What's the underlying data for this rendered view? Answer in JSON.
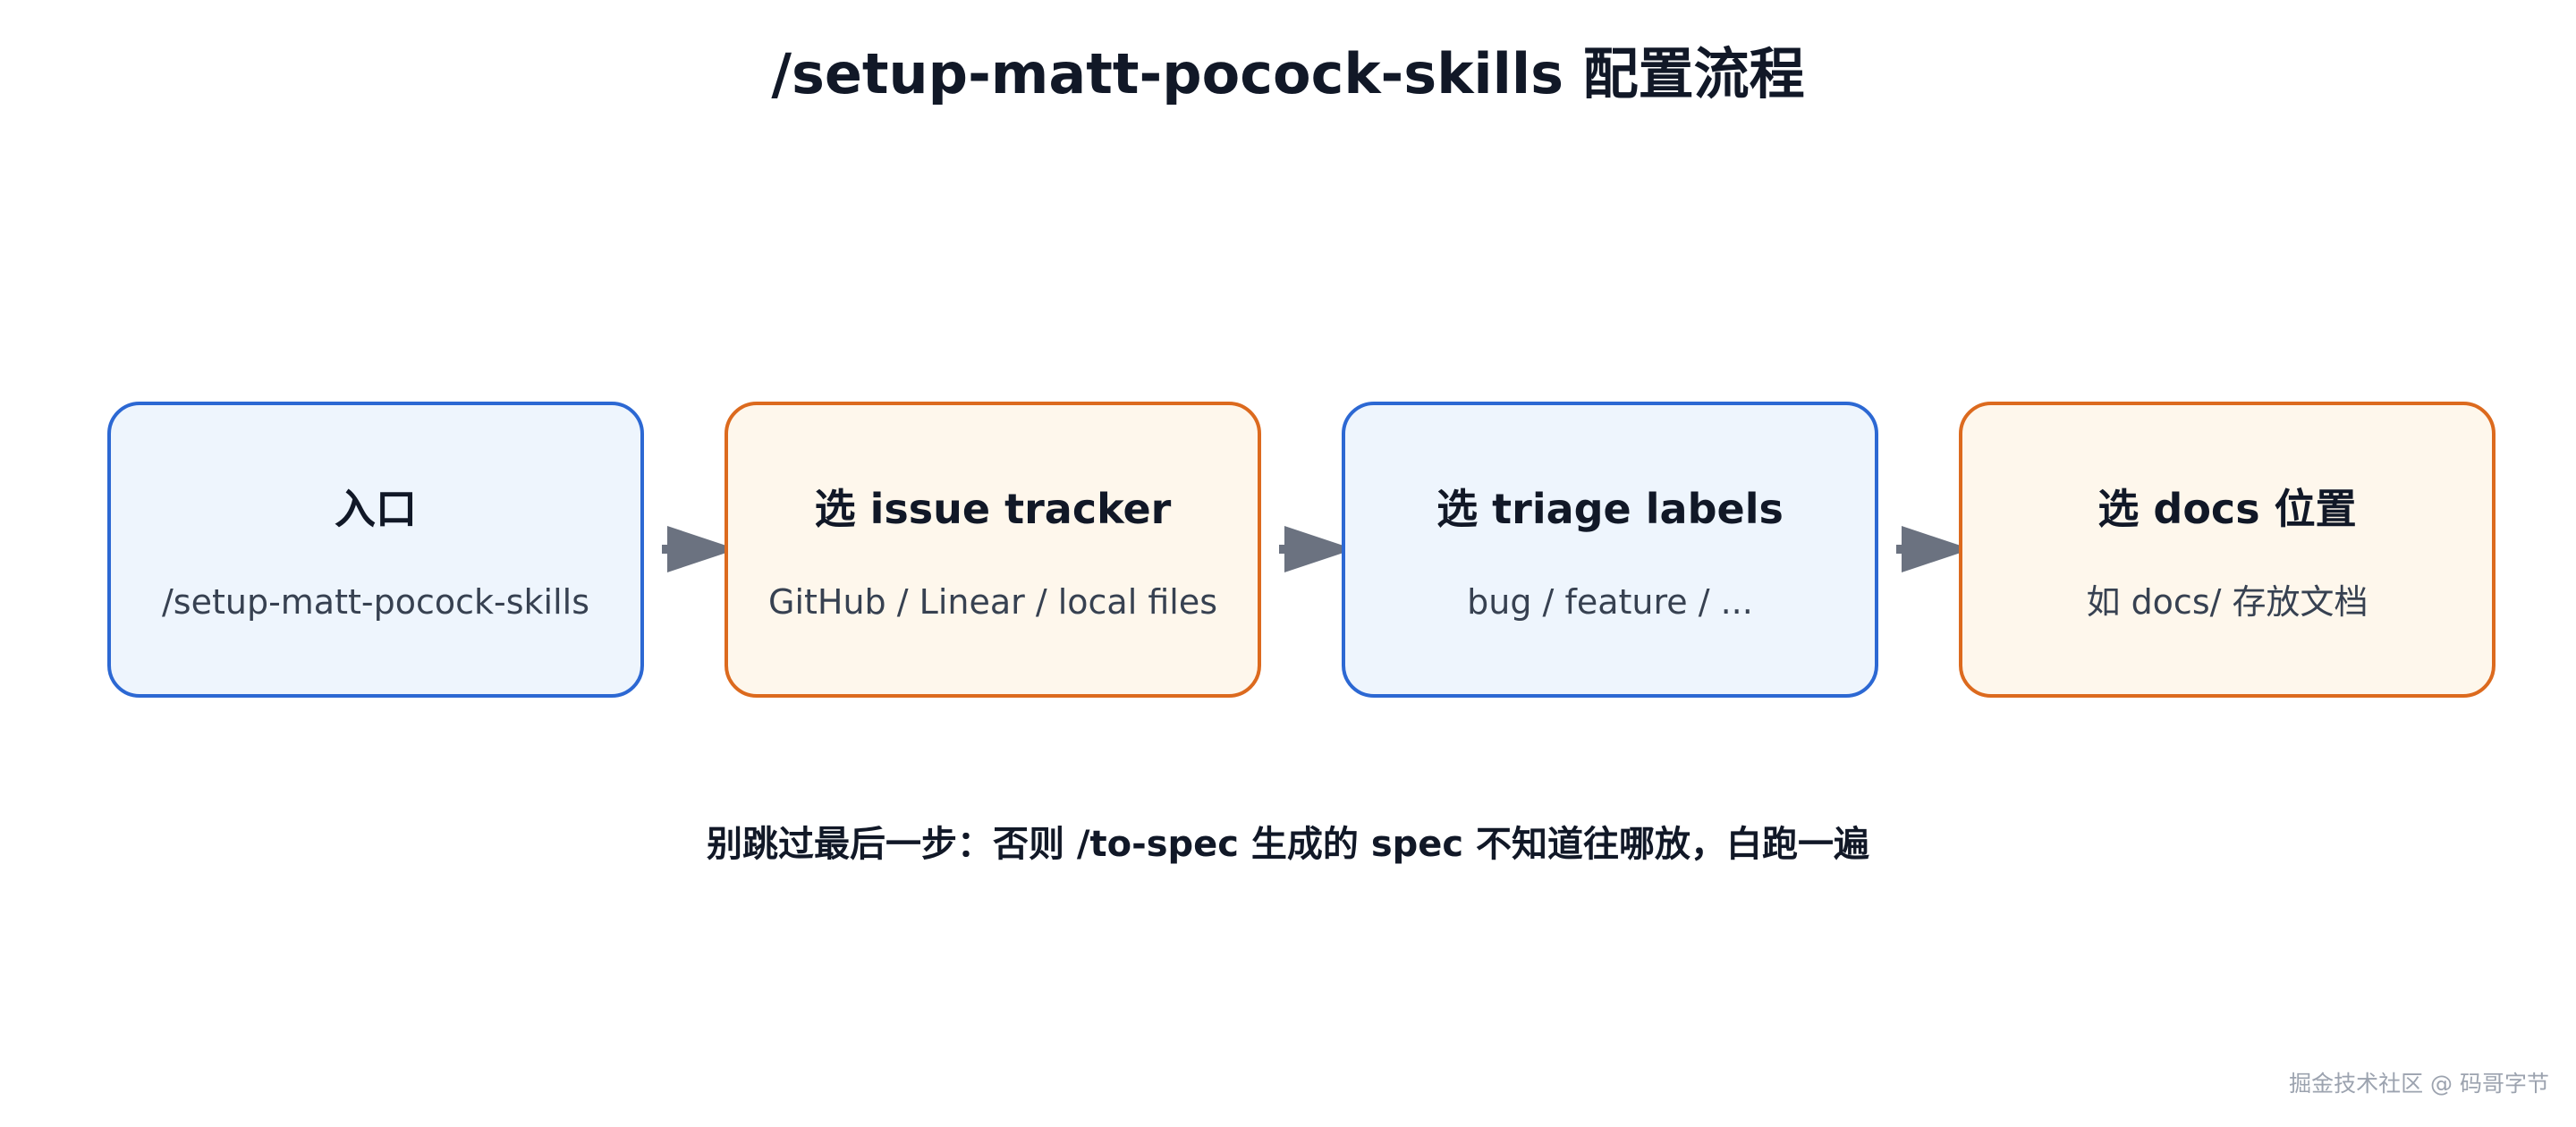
{
  "title": "/setup-matt-pocock-skills 配置流程",
  "steps": [
    {
      "title": "入口",
      "subtitle": "/setup-matt-pocock-skills",
      "accent": "#2c68d3"
    },
    {
      "title": "选 issue tracker",
      "subtitle": "GitHub / Linear / local files",
      "accent": "#dc6a1e"
    },
    {
      "title": "选 triage labels",
      "subtitle": "bug / feature / ...",
      "accent": "#2c68d3"
    },
    {
      "title": "选 docs 位置",
      "subtitle": "如 docs/ 存放文档",
      "accent": "#dc6a1e"
    }
  ],
  "note": "别跳过最后一步：否则 /to-spec 生成的 spec 不知道往哪放，白跑一遍",
  "watermark": "掘金技术社区 @ 码哥字节",
  "colors": {
    "blue_border": "#2c68d3",
    "blue_fill": "#eef5fd",
    "orange_border": "#dc6a1e",
    "orange_fill": "#fef7ec",
    "arrow": "#6b7280"
  },
  "icons": [
    "arrow-right-icon"
  ]
}
